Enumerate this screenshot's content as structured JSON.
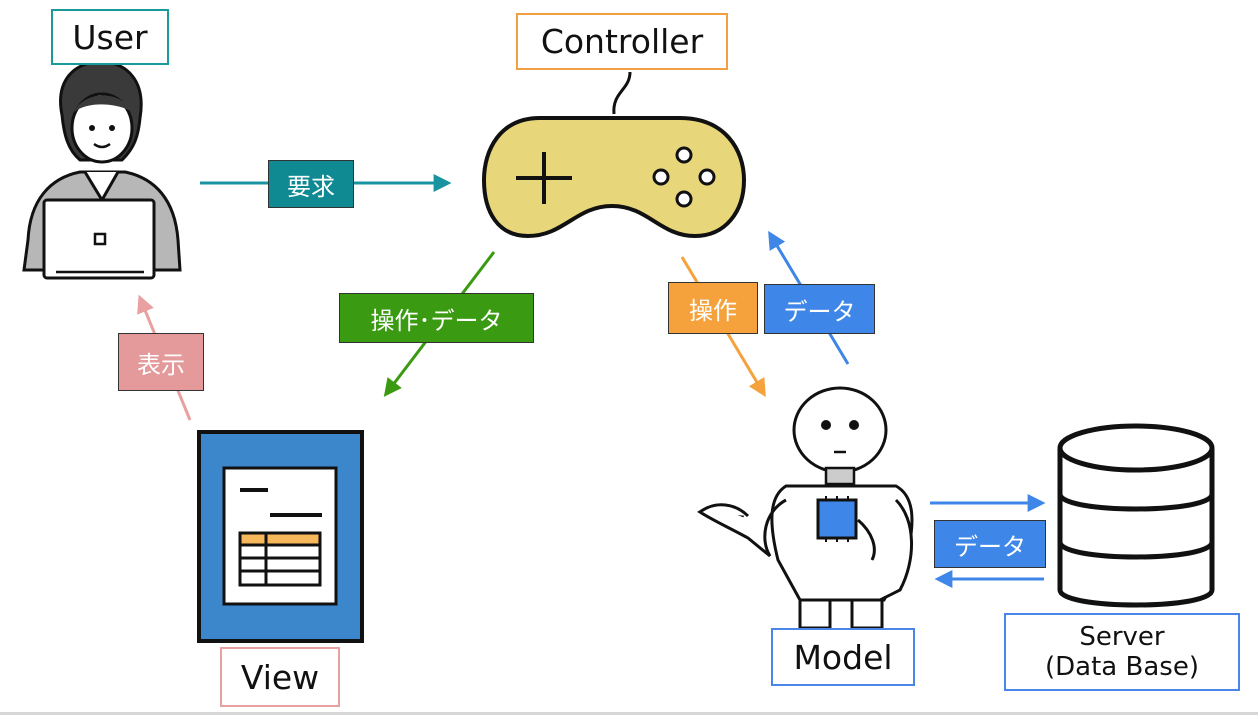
{
  "nodes": {
    "user": {
      "label": "User"
    },
    "controller": {
      "label": "Controller"
    },
    "view": {
      "label": "View"
    },
    "model": {
      "label": "Model"
    },
    "server": {
      "label_line1": "Server",
      "label_line2": "(Data Base)"
    }
  },
  "edges": {
    "request": {
      "label": "要求"
    },
    "operation_data": {
      "label": "操作･データ"
    },
    "display": {
      "label": "表示"
    },
    "operation": {
      "label": "操作"
    },
    "data_up": {
      "label": "データ"
    },
    "data_server": {
      "label": "データ"
    }
  },
  "colors": {
    "user": "#1a9a9a",
    "request": "#0f8a92",
    "controller": "#f0a040",
    "controller_body": "#e8d77a",
    "operation_data": "#3a9a12",
    "display": "#e49a9a",
    "view_frame": "#3c86cc",
    "view_border": "#e8a0a0",
    "operation": "#f5a23c",
    "data": "#3e86e8",
    "model_border": "#4a86e8",
    "server_border": "#4a86e8"
  },
  "icons": [
    "user-with-laptop-icon",
    "gamepad-icon",
    "spreadsheet-document-icon",
    "robot-icon",
    "database-cylinder-icon"
  ]
}
